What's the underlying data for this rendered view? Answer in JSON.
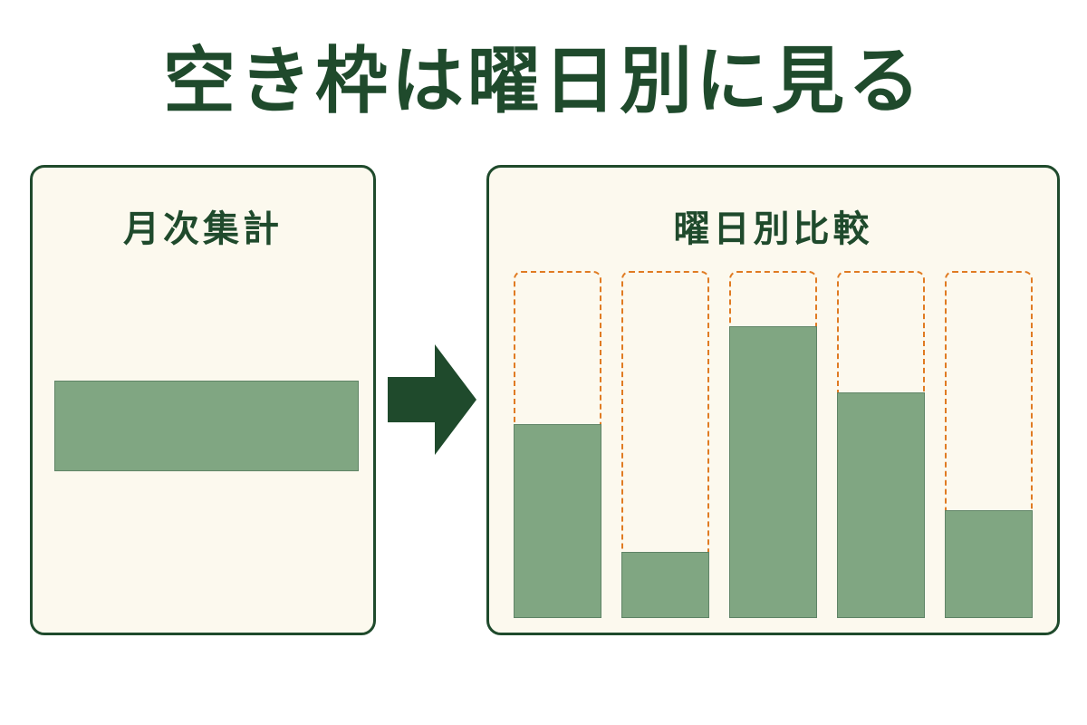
{
  "title": "空き枠は曜日別に見る",
  "colors": {
    "background": "#ffffff",
    "panel_background": "#fcf9ee",
    "panel_border": "#1f4a2c",
    "text": "#1f4a2c",
    "bar_fill": "#80a682",
    "bar_border": "#5f8466",
    "slot_outline": "#e07b22",
    "arrow": "#1f4a2c"
  },
  "left_panel": {
    "title": "月次集計",
    "bar_icon": "horizontal-bar-icon"
  },
  "arrow_icon": "right-arrow-icon",
  "right_panel": {
    "title": "曜日別比較",
    "slot_icon": "dashed-slot-outline-icon",
    "bars": [
      {
        "fill_fraction": 0.56
      },
      {
        "fill_fraction": 0.19
      },
      {
        "fill_fraction": 0.84
      },
      {
        "fill_fraction": 0.65
      },
      {
        "fill_fraction": 0.31
      }
    ]
  }
}
